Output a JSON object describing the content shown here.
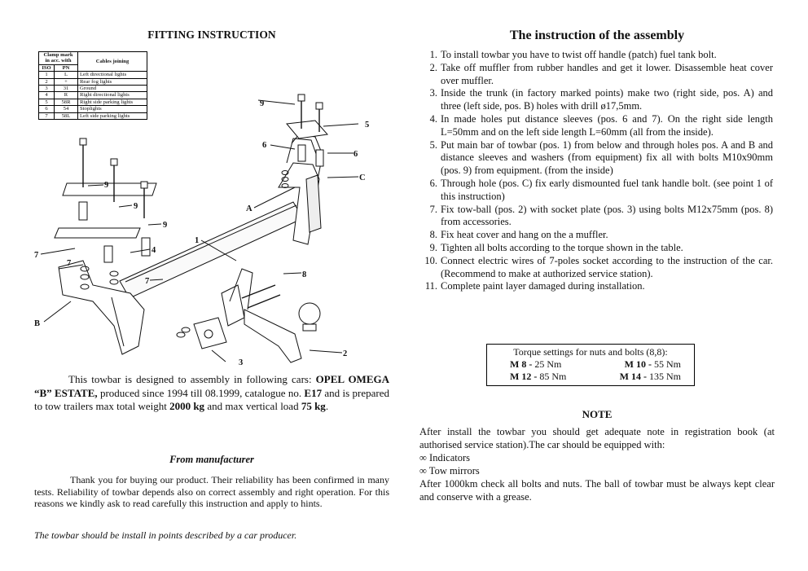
{
  "left": {
    "title": "FITTING INSTRUCTION",
    "table": {
      "header_clamp": [
        "Clamp mark",
        "in acc. with"
      ],
      "header_cables": "Cables joining",
      "header_iso": "ISO",
      "header_pn": "PN",
      "rows": [
        {
          "iso": "1",
          "pn": "L",
          "desc": "Left directional lights"
        },
        {
          "iso": "2",
          "pn": "+",
          "desc": "Rear fog lights"
        },
        {
          "iso": "3",
          "pn": "31",
          "desc": "Ground"
        },
        {
          "iso": "4",
          "pn": "R",
          "desc": "Right directional lights"
        },
        {
          "iso": "5",
          "pn": "58R",
          "desc": "Right side parking lights"
        },
        {
          "iso": "6",
          "pn": "54",
          "desc": "Stoplights"
        },
        {
          "iso": "7",
          "pn": "58L",
          "desc": "Left side parking lights"
        }
      ]
    },
    "figure_labels": {
      "l9a": "9",
      "l9b": "9",
      "l9c": "9",
      "l9d": "9",
      "l7a": "7",
      "l7b": "7",
      "l7c": "7",
      "l4": "4",
      "l1": "1",
      "lA": "A",
      "lB": "B",
      "lC": "C",
      "l5": "5",
      "l6a": "6",
      "l6b": "6",
      "l8": "8",
      "l2": "2",
      "l3": "3"
    },
    "intro": {
      "p1": "This towbar is designed to assembly in following cars: ",
      "car": "OPEL OMEGA “B” ESTATE,",
      "p2": " produced since 1994 till 08.1999, catalogue no. ",
      "catalogue": "E17",
      "p3": " and is prepared to tow trailers max total weight ",
      "weight": "2000 kg",
      "p4": " and max vertical load ",
      "load": "75 kg",
      "p5": "."
    },
    "from_manufacturer_title": "From manufacturer",
    "from_manufacturer_text": "Thank you for buying our product. Their reliability has been confirmed in many tests. Reliability of towbar depends also on correct assembly and right operation. For this reasons we kindly ask to read carefully this instruction and apply to hints.",
    "install_note": "The towbar should be install in points described by a car producer."
  },
  "right": {
    "title": "The instruction of the assembly",
    "steps": [
      {
        "n": "1.",
        "text": "To install towbar you have to twist off handle (patch) fuel tank bolt."
      },
      {
        "n": "2.",
        "text": "Take off muffler from rubber handles and get it lower. Disassemble heat cover over muffler."
      },
      {
        "n": "3.",
        "text": "Inside the trunk (in factory marked points) make two (right side, pos. A) and three (left side, pos. B) holes with drill ø17,5mm."
      },
      {
        "n": "4.",
        "text": "In made holes put distance sleeves (pos. 6 and 7). On the right side length L=50mm and on the left side length L=60mm (all from the inside)."
      },
      {
        "n": "5.",
        "text": "Put main bar of towbar (pos. 1) from below and through holes pos. A and B and distance sleeves and washers (from equipment) fix all with bolts M10x90mm (pos. 9) from equipment. (from the inside)"
      },
      {
        "n": "6.",
        "text": "Through hole (pos. C) fix early dismounted fuel tank handle bolt. (see point 1 of this instruction)"
      },
      {
        "n": "7.",
        "text": "Fix tow-ball (pos. 2) with socket plate (pos. 3) using bolts M12x75mm (pos. 8) from accessories."
      },
      {
        "n": "8.",
        "text": "Fix heat cover and hang on the a muffler."
      },
      {
        "n": "9.",
        "text": "Tighten all bolts according to the torque shown in the table."
      },
      {
        "n": "10.",
        "text": "Connect electric wires of 7-poles socket according to the instruction of the car. (Recommend to make at authorized service station)."
      },
      {
        "n": "11.",
        "text": "Complete paint layer damaged during installation."
      }
    ],
    "torque": {
      "title": "Torque settings for nuts and bolts (8,8):",
      "m8_label": "M 8 -",
      "m8_value": " 25 Nm",
      "m10_label": "M 10 -",
      "m10_value": " 55 Nm",
      "m12_label": "M 12 -",
      "m12_value": " 85 Nm",
      "m14_label": "M 14 -",
      "m14_value": " 135 Nm"
    },
    "note_title": "NOTE",
    "note_text": "After install the towbar you should get adequate note in registration book (at authorised service station).The car should be equipped with:",
    "note_items": [
      "∞  Indicators",
      "∞  Tow mirrors"
    ],
    "note_after": "After 1000km check all bolts and nuts. The ball of towbar must be always kept clear and conserve with a grease."
  }
}
